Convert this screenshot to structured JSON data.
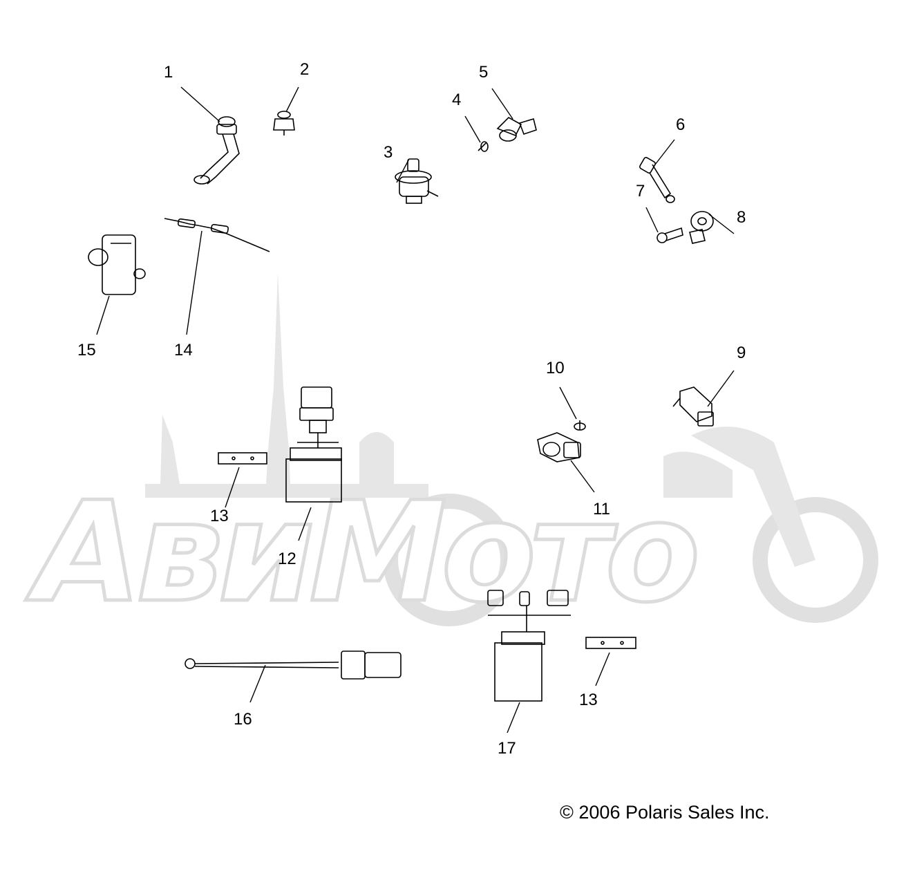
{
  "callouts": [
    {
      "id": "1",
      "label": "1"
    },
    {
      "id": "2",
      "label": "2"
    },
    {
      "id": "3",
      "label": "3"
    },
    {
      "id": "4",
      "label": "4"
    },
    {
      "id": "5",
      "label": "5"
    },
    {
      "id": "6",
      "label": "6"
    },
    {
      "id": "7",
      "label": "7"
    },
    {
      "id": "8",
      "label": "8"
    },
    {
      "id": "9",
      "label": "9"
    },
    {
      "id": "10",
      "label": "10"
    },
    {
      "id": "11",
      "label": "11"
    },
    {
      "id": "12",
      "label": "12"
    },
    {
      "id": "13a",
      "label": "13"
    },
    {
      "id": "13b",
      "label": "13"
    },
    {
      "id": "14",
      "label": "14"
    },
    {
      "id": "15",
      "label": "15"
    },
    {
      "id": "16",
      "label": "16"
    },
    {
      "id": "17",
      "label": "17"
    }
  ],
  "copyright": "© 2006 Polaris Sales Inc.",
  "watermark": "AвиМото",
  "colors": {
    "line": "#000000",
    "watermark": "#dcdcdc"
  }
}
